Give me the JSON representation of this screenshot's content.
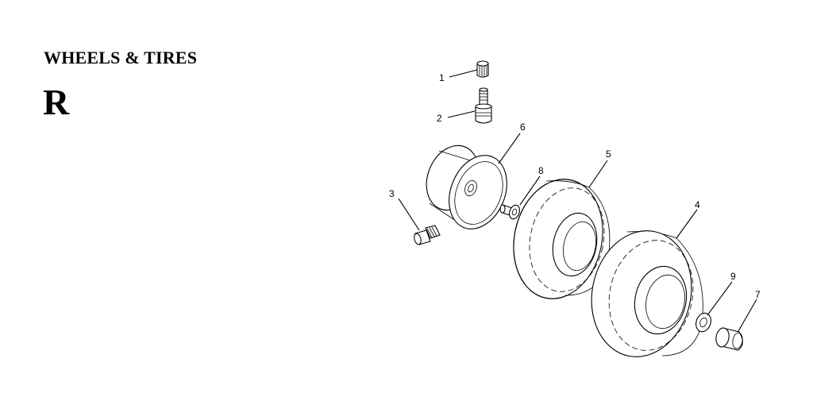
{
  "header": {
    "title": "WHEELS & TIRES",
    "section_letter": "R"
  },
  "diagram": {
    "callouts": [
      "1",
      "2",
      "3",
      "4",
      "5",
      "6",
      "7",
      "8",
      "9"
    ],
    "line_color": "#000000",
    "background": "#ffffff"
  }
}
